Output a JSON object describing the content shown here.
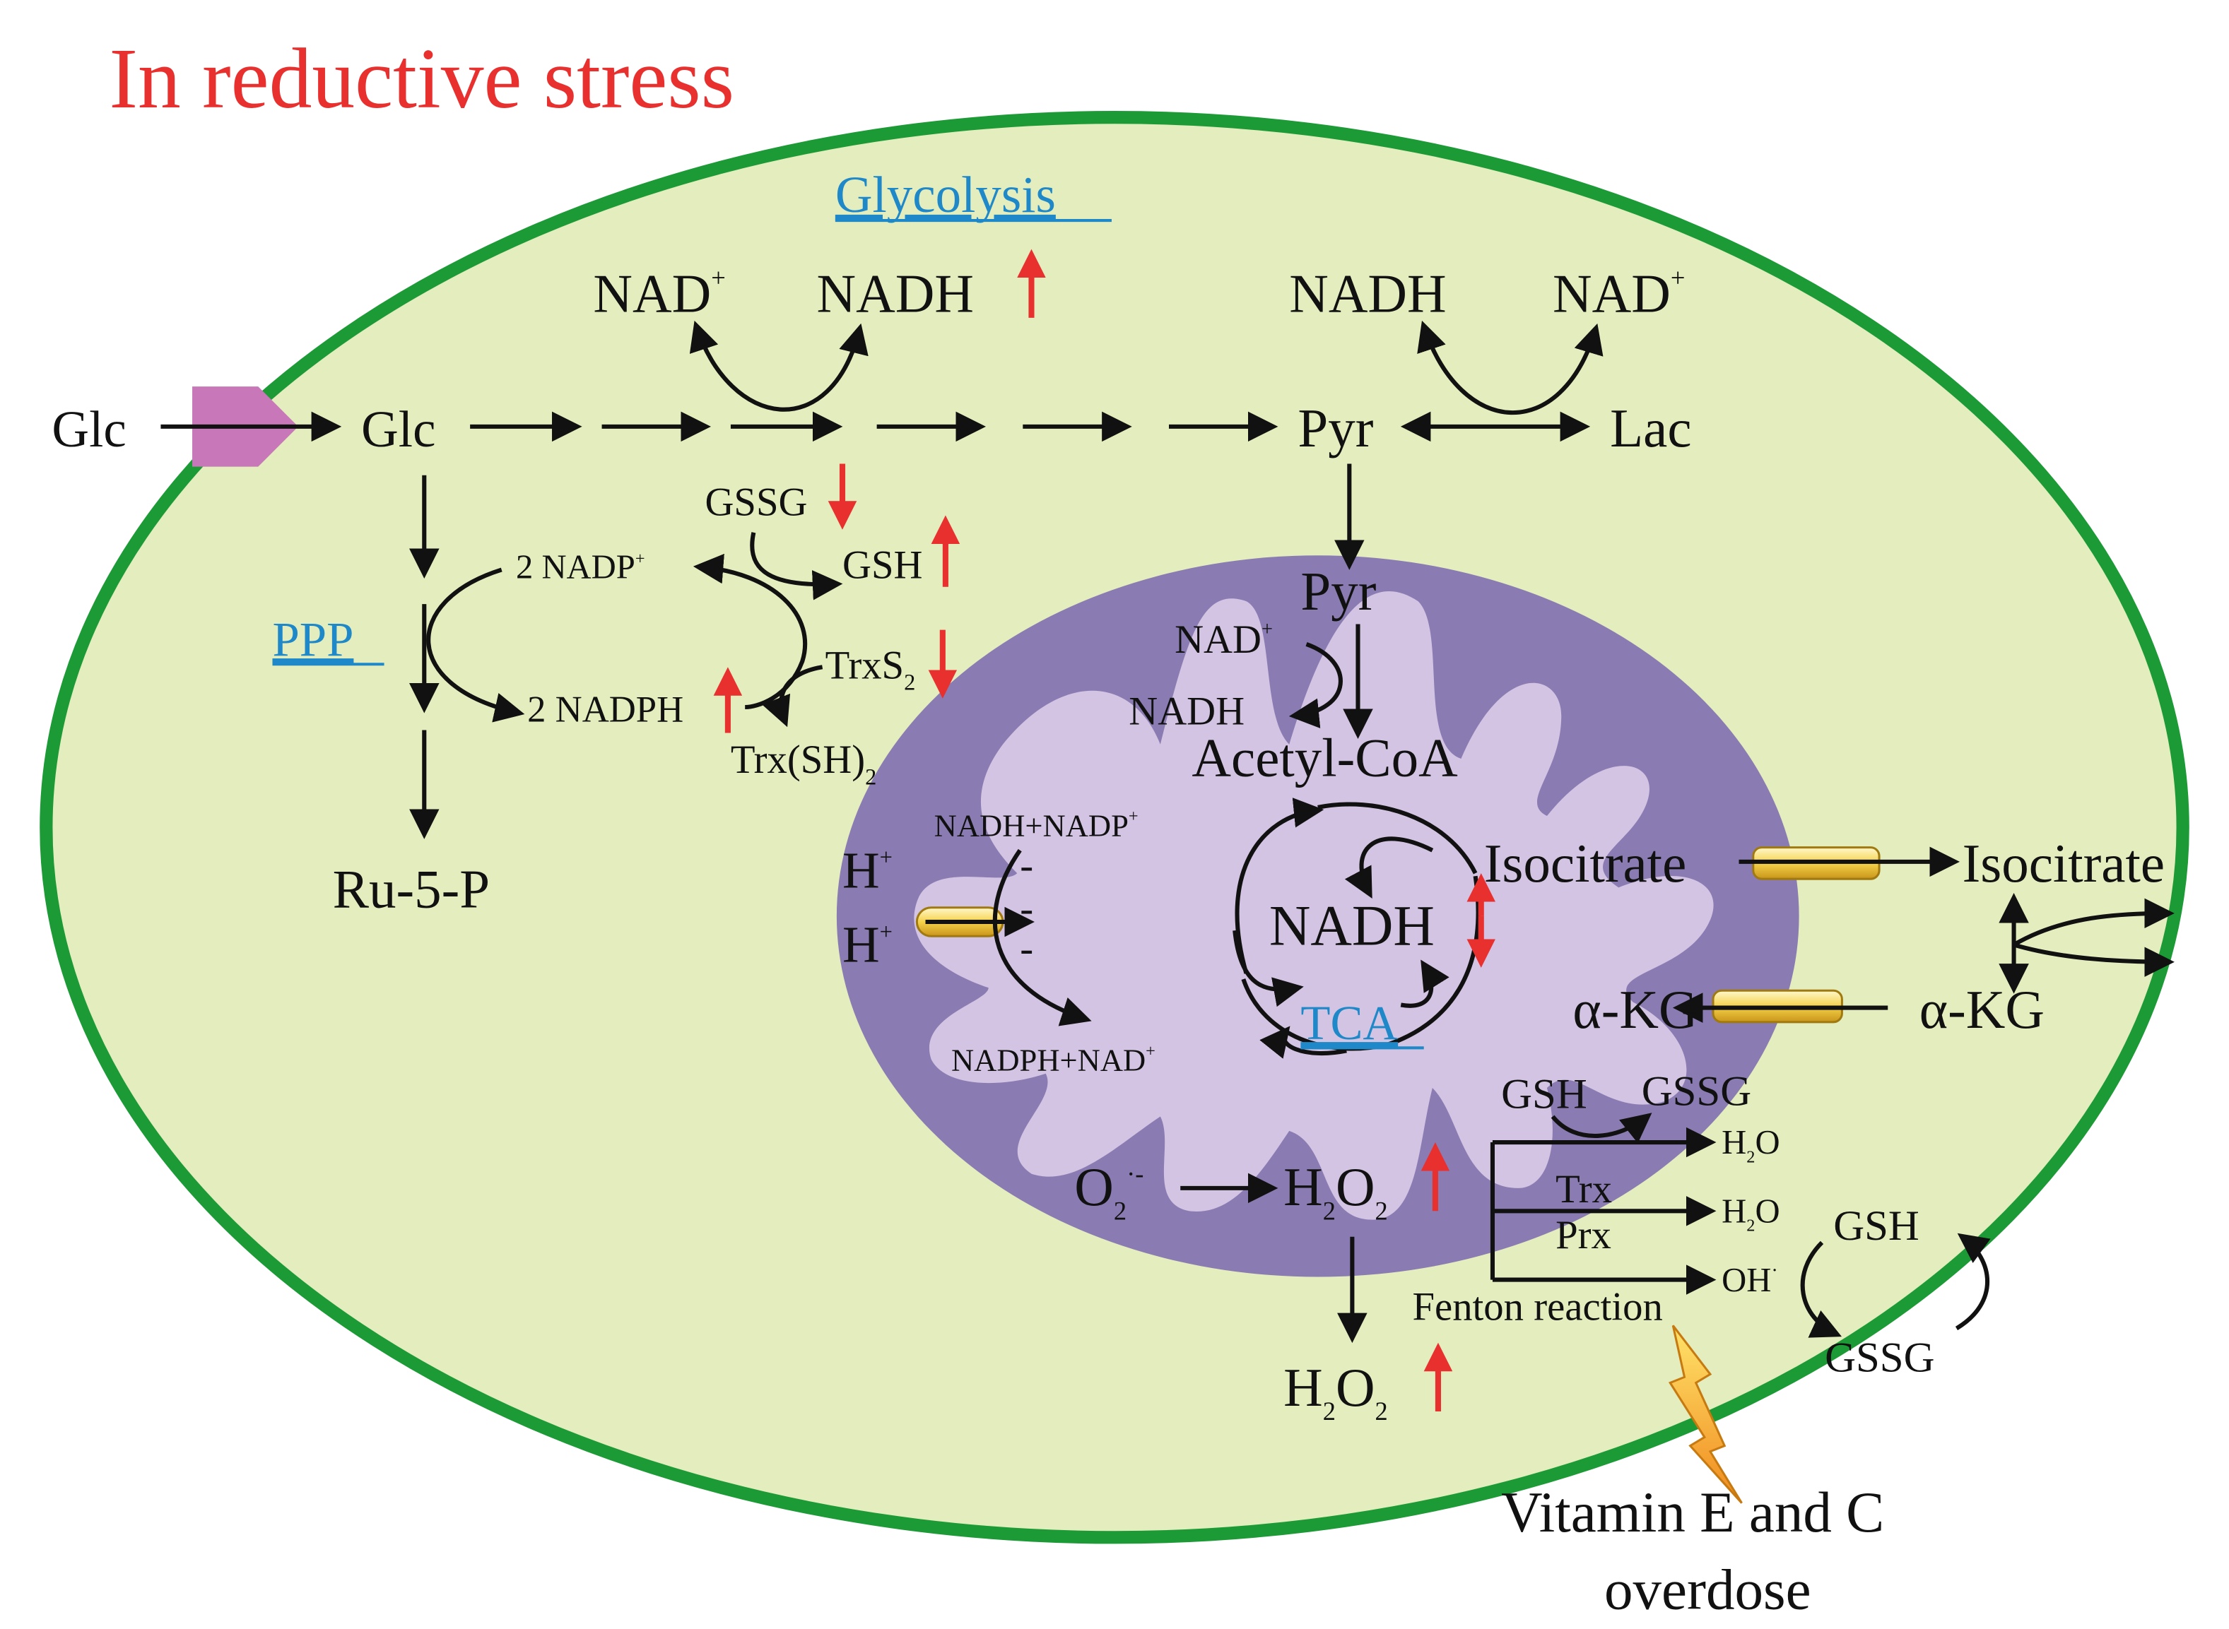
{
  "title": "In reductive stress",
  "pathways": {
    "glycolysis": "Glycolysis",
    "ppp": "PPP",
    "tca": "TCA"
  },
  "cytosol": {
    "glc_out": "Glc",
    "glc_in": "Glc",
    "nad_plus_1": "NAD",
    "nadh_1": "NADH",
    "nadh_2": "NADH",
    "nad_plus_2": "NAD",
    "pyr": "Pyr",
    "lac": "Lac",
    "ru5p": "Ru-5-P",
    "nadp": "2 NADP",
    "nadph": "2 NADPH",
    "gssg": "GSSG",
    "gsh": "GSH",
    "trxs2": "TrxS",
    "trxs2_sub": "2",
    "trxsh2": "Trx(SH)",
    "trxsh2_sub": "2",
    "isocitrate_out": "Isocitrate",
    "akg_out": "α-KG",
    "h2o2_out": "H",
    "gsh_2": "GSH",
    "gssg_2": "GSSG",
    "vitamin_1": "Vitamin E and C",
    "vitamin_2": "overdose"
  },
  "mitochondrion": {
    "pyr": "Pyr",
    "nad_plus": "NAD",
    "nadh": "NADH",
    "acetyl_coa": "Acetyl-CoA",
    "nadh_nadp": "NADH+NADP",
    "nadph_nad": "NADPH+NAD",
    "h1": "H",
    "h2": "H",
    "minus": "-",
    "nadh_tca": "NADH",
    "isocitrate": "Isocitrate",
    "akg": "α-KG",
    "gsh": "GSH",
    "gssg": "GSSG",
    "h2o_1": "H",
    "h2o_2": "H",
    "oh": "OH",
    "trx": "Trx",
    "prx": "Prx",
    "fenton": "Fenton reaction",
    "o2": "O",
    "h2o2": "H"
  },
  "colors": {
    "cell_fill": "#e3edbe",
    "cell_border": "#1c9a36",
    "mito_outer": "#8a7cb2",
    "mito_inner": "#d2c4e2",
    "up_down_arrow": "#e8302f",
    "link": "#1e88c8",
    "transporter": "#c878b8"
  }
}
